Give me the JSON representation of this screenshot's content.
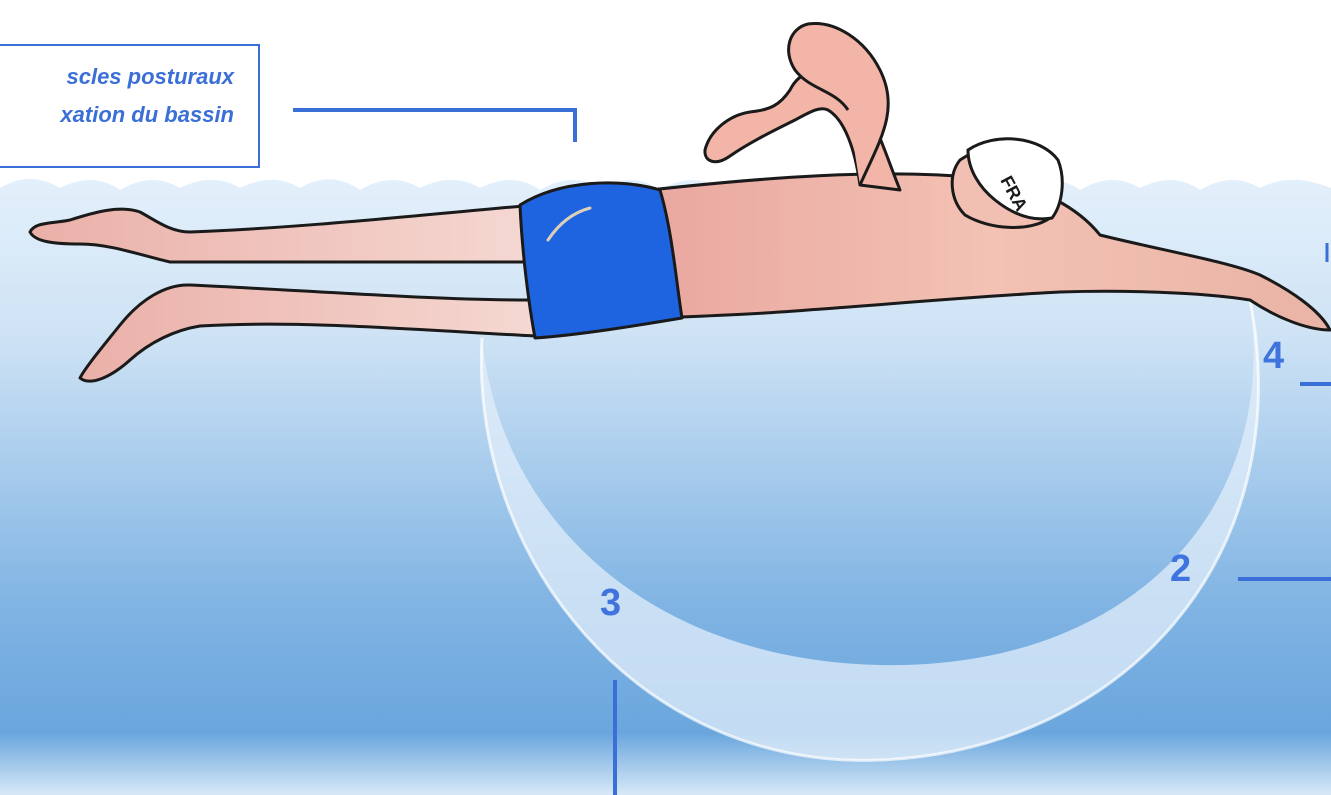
{
  "callout": {
    "line1": "scles posturaux",
    "line2": "xation du bassin"
  },
  "markers": {
    "m4": "4",
    "m2": "2",
    "m3": "3"
  },
  "cap_text": "FRA",
  "colors": {
    "accent": "#3f73de",
    "water_light": "#dfeefa",
    "water_deep": "#6aa6dd",
    "swimsuit": "#1e63e0",
    "skin": "#f2b5a8"
  }
}
